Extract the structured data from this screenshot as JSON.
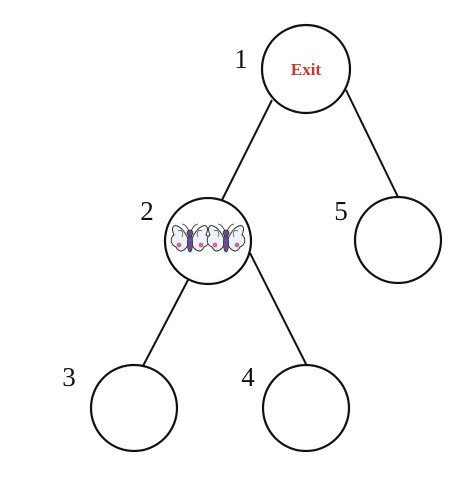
{
  "tree": {
    "nodes": [
      {
        "id": "1",
        "label": "1",
        "text": "Exit",
        "butterflies": 0
      },
      {
        "id": "2",
        "label": "2",
        "text": "",
        "butterflies": 2
      },
      {
        "id": "3",
        "label": "3",
        "text": "",
        "butterflies": 0
      },
      {
        "id": "4",
        "label": "4",
        "text": "",
        "butterflies": 0
      },
      {
        "id": "5",
        "label": "5",
        "text": "",
        "butterflies": 0
      }
    ],
    "edges": [
      {
        "from": "1",
        "to": "2"
      },
      {
        "from": "1",
        "to": "5"
      },
      {
        "from": "2",
        "to": "3"
      },
      {
        "from": "2",
        "to": "4"
      }
    ]
  },
  "colors": {
    "exit_text": "#c0392b",
    "line": "#111111",
    "butterfly_wing": "#eef3f8",
    "butterfly_body": "#6a4c93",
    "butterfly_spot": "#d16a8e"
  },
  "icons": {
    "butterfly": "butterfly-icon"
  }
}
